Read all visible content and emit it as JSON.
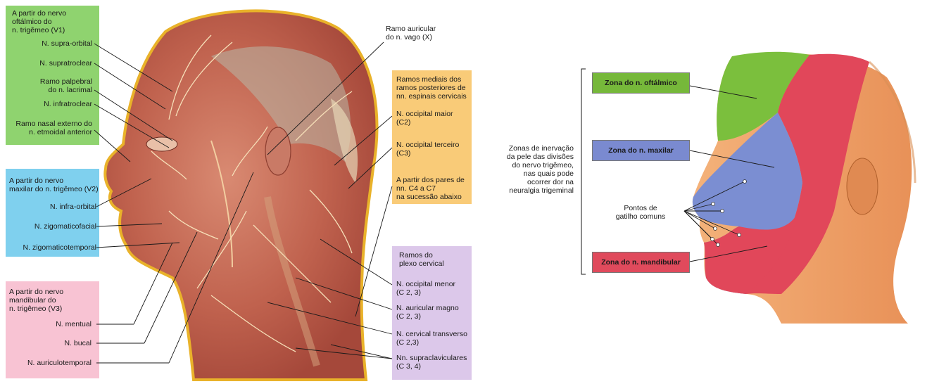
{
  "left": {
    "colors": {
      "green": "#8fd36f",
      "blue": "#7fd0ee",
      "pink": "#f8c3d3",
      "orange": "#f9cb78",
      "lavender": "#dcc8ea"
    },
    "ophthalmic_header": [
      "A partir do nervo",
      "oftálmico do",
      "n. trigêmeo (V1)"
    ],
    "ophthalmic_labels": [
      "N. supra-orbital",
      "N. supratroclear",
      "Ramo palpebral",
      "do n. lacrimal",
      "N. infratroclear",
      "Ramo nasal externo do",
      "n. etmoidal anterior"
    ],
    "maxillary_header": [
      "A partir do nervo",
      "maxilar do n. trigêmeo (V2)"
    ],
    "maxillary_labels": [
      "N. infra-orbital",
      "N. zigomaticofacial",
      "N. zigomaticotemporal"
    ],
    "mandibular_header": [
      "A partir do nervo",
      "mandibular do",
      "n. trigêmeo (V3)"
    ],
    "mandibular_labels": [
      "N. mentual",
      "N. bucal",
      "N. auriculotemporal"
    ],
    "vagus": [
      "Ramo auricular",
      "do n. vago (X)"
    ],
    "cervical_header": [
      "Ramos mediais dos",
      "ramos posteriores de",
      "nn. espinais cervicais"
    ],
    "cervical_labels": [
      "N. occipital maior",
      "(C2)",
      "N. occipital terceiro",
      "(C3)",
      "A partir dos pares de",
      "nn. C4 a C7",
      "na sucessão abaixo"
    ],
    "plexus_header": [
      "Ramos do",
      "plexo cervical"
    ],
    "plexus_labels": [
      "N. occipital menor",
      "(C 2, 3)",
      "N. auricular magno",
      "(C 2, 3)",
      "N. cervical transverso",
      "(C 2,3)",
      "Nn. supraclaviculares",
      "(C 3, 4)"
    ]
  },
  "right": {
    "zones": [
      {
        "label": "Zona do n. oftálmico",
        "color": "#76b83a"
      },
      {
        "label": "Zona do n. maxilar",
        "color": "#7a8ad0"
      },
      {
        "label": "Zona do n. mandibular",
        "color": "#e04a5c"
      }
    ],
    "description": [
      "Zonas de inervação",
      "da pele das divisões",
      "do nervo trigêmeo,",
      "nas quais pode",
      "ocorrer dor na",
      "neuralgia trigeminal"
    ],
    "trigger": [
      "Pontos de",
      "gatilho comuns"
    ]
  }
}
